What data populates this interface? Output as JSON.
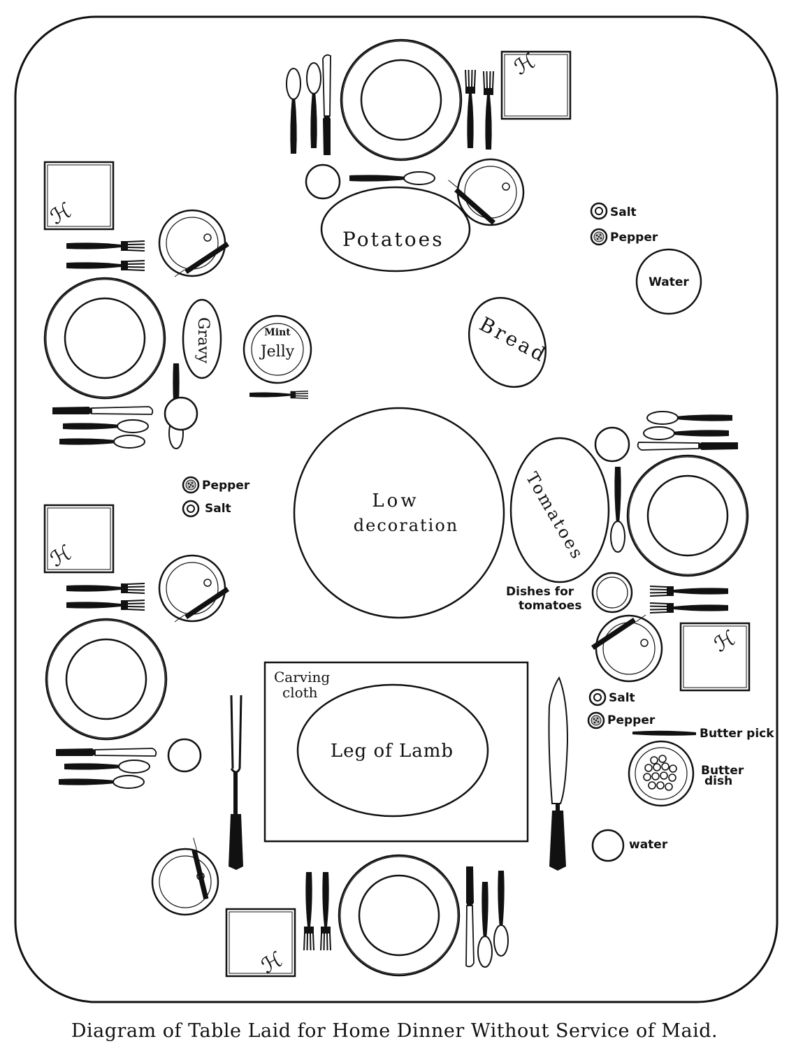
{
  "caption": "Diagram of Table Laid for Home Dinner Without Service of Maid.",
  "labels": {
    "potatoes": "Potatoes",
    "bread": "Bread",
    "gravy": "Gravy",
    "jelly_top": "Mint",
    "jelly": "Jelly",
    "low_decoration_1": "Low",
    "low_decoration_2": "decoration",
    "tomatoes": "Tomatoes",
    "dishes_for_1": "Dishes for",
    "dishes_for_2": "tomatoes",
    "carving_cloth_1": "Carving",
    "carving_cloth_2": "cloth",
    "leg_of_lamb": "Leg of Lamb",
    "water_top": "Water",
    "water_bottom": "water",
    "salt": "Salt",
    "pepper": "Pepper",
    "butter_pick": "Butter pick",
    "butter_dish_1": "Butter",
    "butter_dish_2": "dish"
  },
  "monogram": "ℋ"
}
